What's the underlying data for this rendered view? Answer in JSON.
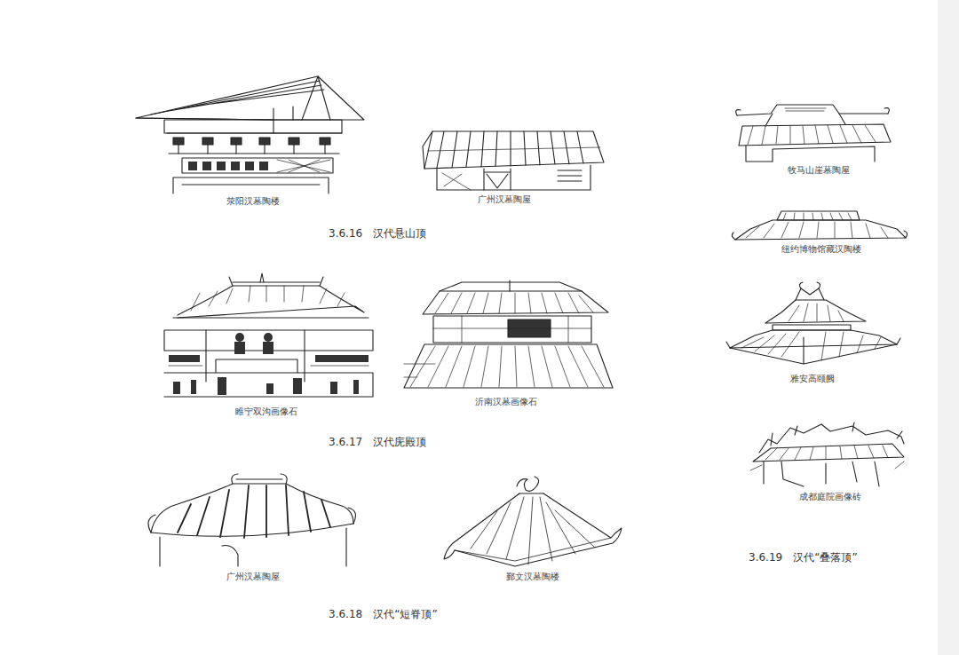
{
  "diagram": {
    "labels": [
      "荥阳汉墓陶楼",
      "广州汉墓陶屋",
      "3.6.16　汉代悬山顶",
      "睢宁双沟画像石",
      "沂南汉墓画像石",
      "3.6.17　汉代庑殿顶",
      "广州汉墓陶屋",
      "鄞文汉墓陶楼",
      "3.6.18　汉代“短脊顶”",
      "牧马山崖墓陶屋",
      "纽约博物馆藏汉陶楼",
      "雅安高颐阙",
      "成都庭院画像砖",
      "3.6.19　汉代“叠落顶”"
    ]
  }
}
